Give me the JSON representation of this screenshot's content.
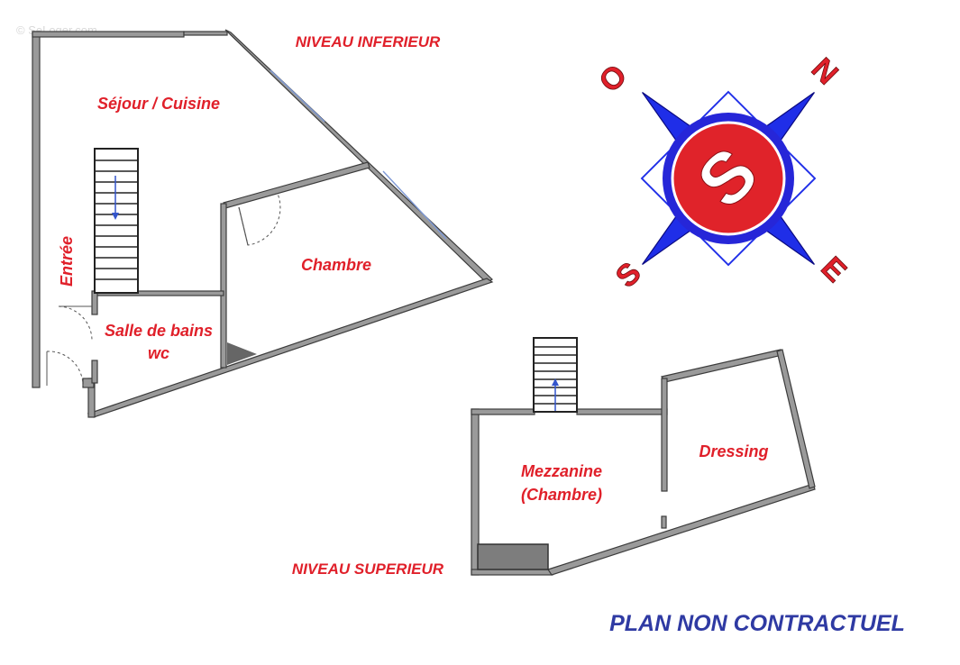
{
  "watermark": "© SeLoger.com",
  "levels": {
    "lower": "NIVEAU INFERIEUR",
    "upper": "NIVEAU SUPERIEUR"
  },
  "rooms": {
    "sejour": "Séjour / Cuisine",
    "entree": "Entrée",
    "chambre": "Chambre",
    "bains_line1": "Salle de bains",
    "bains_line2": "wc",
    "mezzanine_line1": "Mezzanine",
    "mezzanine_line2": "(Chambre)",
    "dressing": "Dressing"
  },
  "compass": {
    "n": "N",
    "s": "S",
    "e": "E",
    "o": "O",
    "logo": "S",
    "colors": {
      "star": "#1f2ee8",
      "ring": "#2626d8",
      "disc": "#e0232a"
    }
  },
  "disclaimer": "PLAN NON CONTRACTUEL"
}
